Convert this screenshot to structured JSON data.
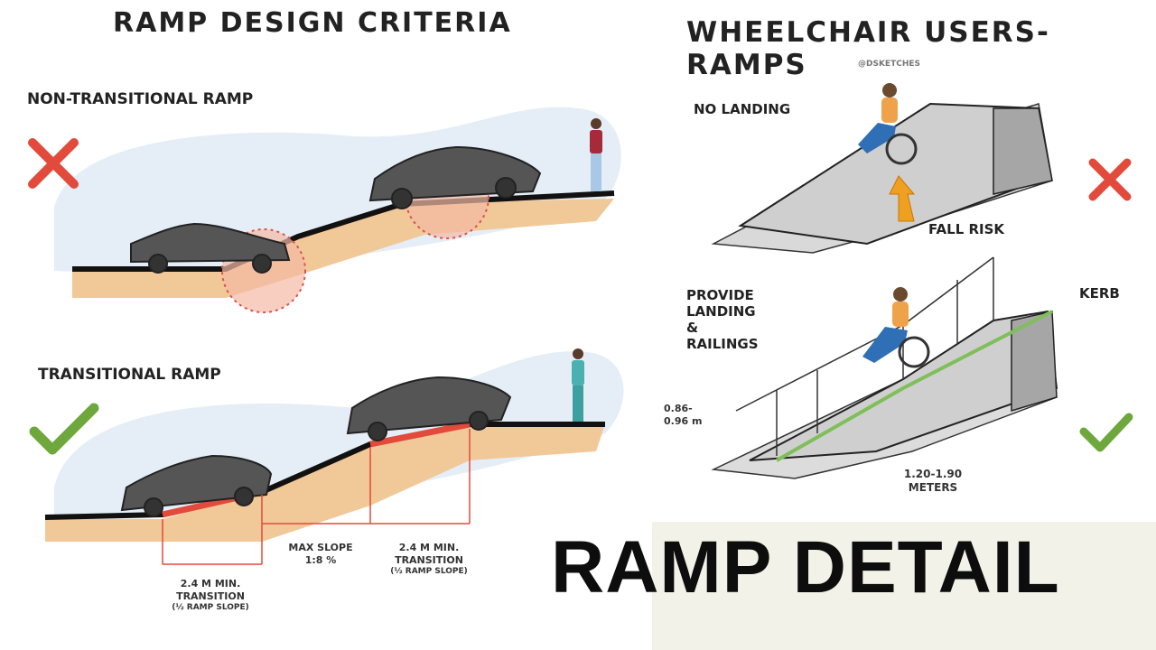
{
  "left_panel": {
    "title": "RAMP DESIGN CRITERIA",
    "non_transitional": {
      "label": "NON-TRANSITIONAL RAMP",
      "verdict": "cross"
    },
    "transitional": {
      "label": "TRANSITIONAL RAMP",
      "verdict": "check",
      "dim_left_line1": "2.4 M MIN.",
      "dim_left_line2": "TRANSITION",
      "dim_left_line3": "(½ RAMP SLOPE)",
      "dim_mid_line1": "MAX SLOPE",
      "dim_mid_line2": "1:8 %",
      "dim_right_line1": "2.4 M MIN.",
      "dim_right_line2": "TRANSITION",
      "dim_right_line3": "(½ RAMP SLOPE)"
    }
  },
  "right_panel": {
    "title": "WHEELCHAIR USERS- RAMPS",
    "credit": "@DSKETCHES",
    "top": {
      "no_landing": "NO LANDING",
      "fall_risk": "FALL RISK",
      "verdict": "cross"
    },
    "bottom": {
      "provide_line1": "PROVIDE",
      "provide_line2": "LANDING",
      "provide_line3": "&",
      "provide_line4": "RAILINGS",
      "kerb": "KERB",
      "height_line1": "0.86-",
      "height_line2": "0.96 m",
      "width_line1": "1.20-1.90",
      "width_line2": "METERS",
      "verdict": "check"
    }
  },
  "banner": {
    "title": "RAMP DETAIL"
  },
  "colors": {
    "cross": "#e24a3b",
    "check": "#6ea83c",
    "ground": "#f1c898",
    "sky": "#e5eef7",
    "highlight": "#f09a7e",
    "rail": "#7fbf5a"
  }
}
